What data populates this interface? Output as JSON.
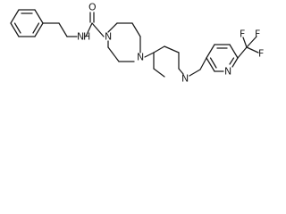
{
  "structure": {
    "atom_labels": {
      "amide_nh": "N",
      "amide_h": "H",
      "amide_o": "O",
      "piperazine_n_top": "N",
      "piperazine_n_bottom": "N",
      "piperidine_n": "N",
      "pyridine_n": "N",
      "cf3_f1": "F",
      "cf3_f2": "F",
      "cf3_f3": "F"
    }
  }
}
